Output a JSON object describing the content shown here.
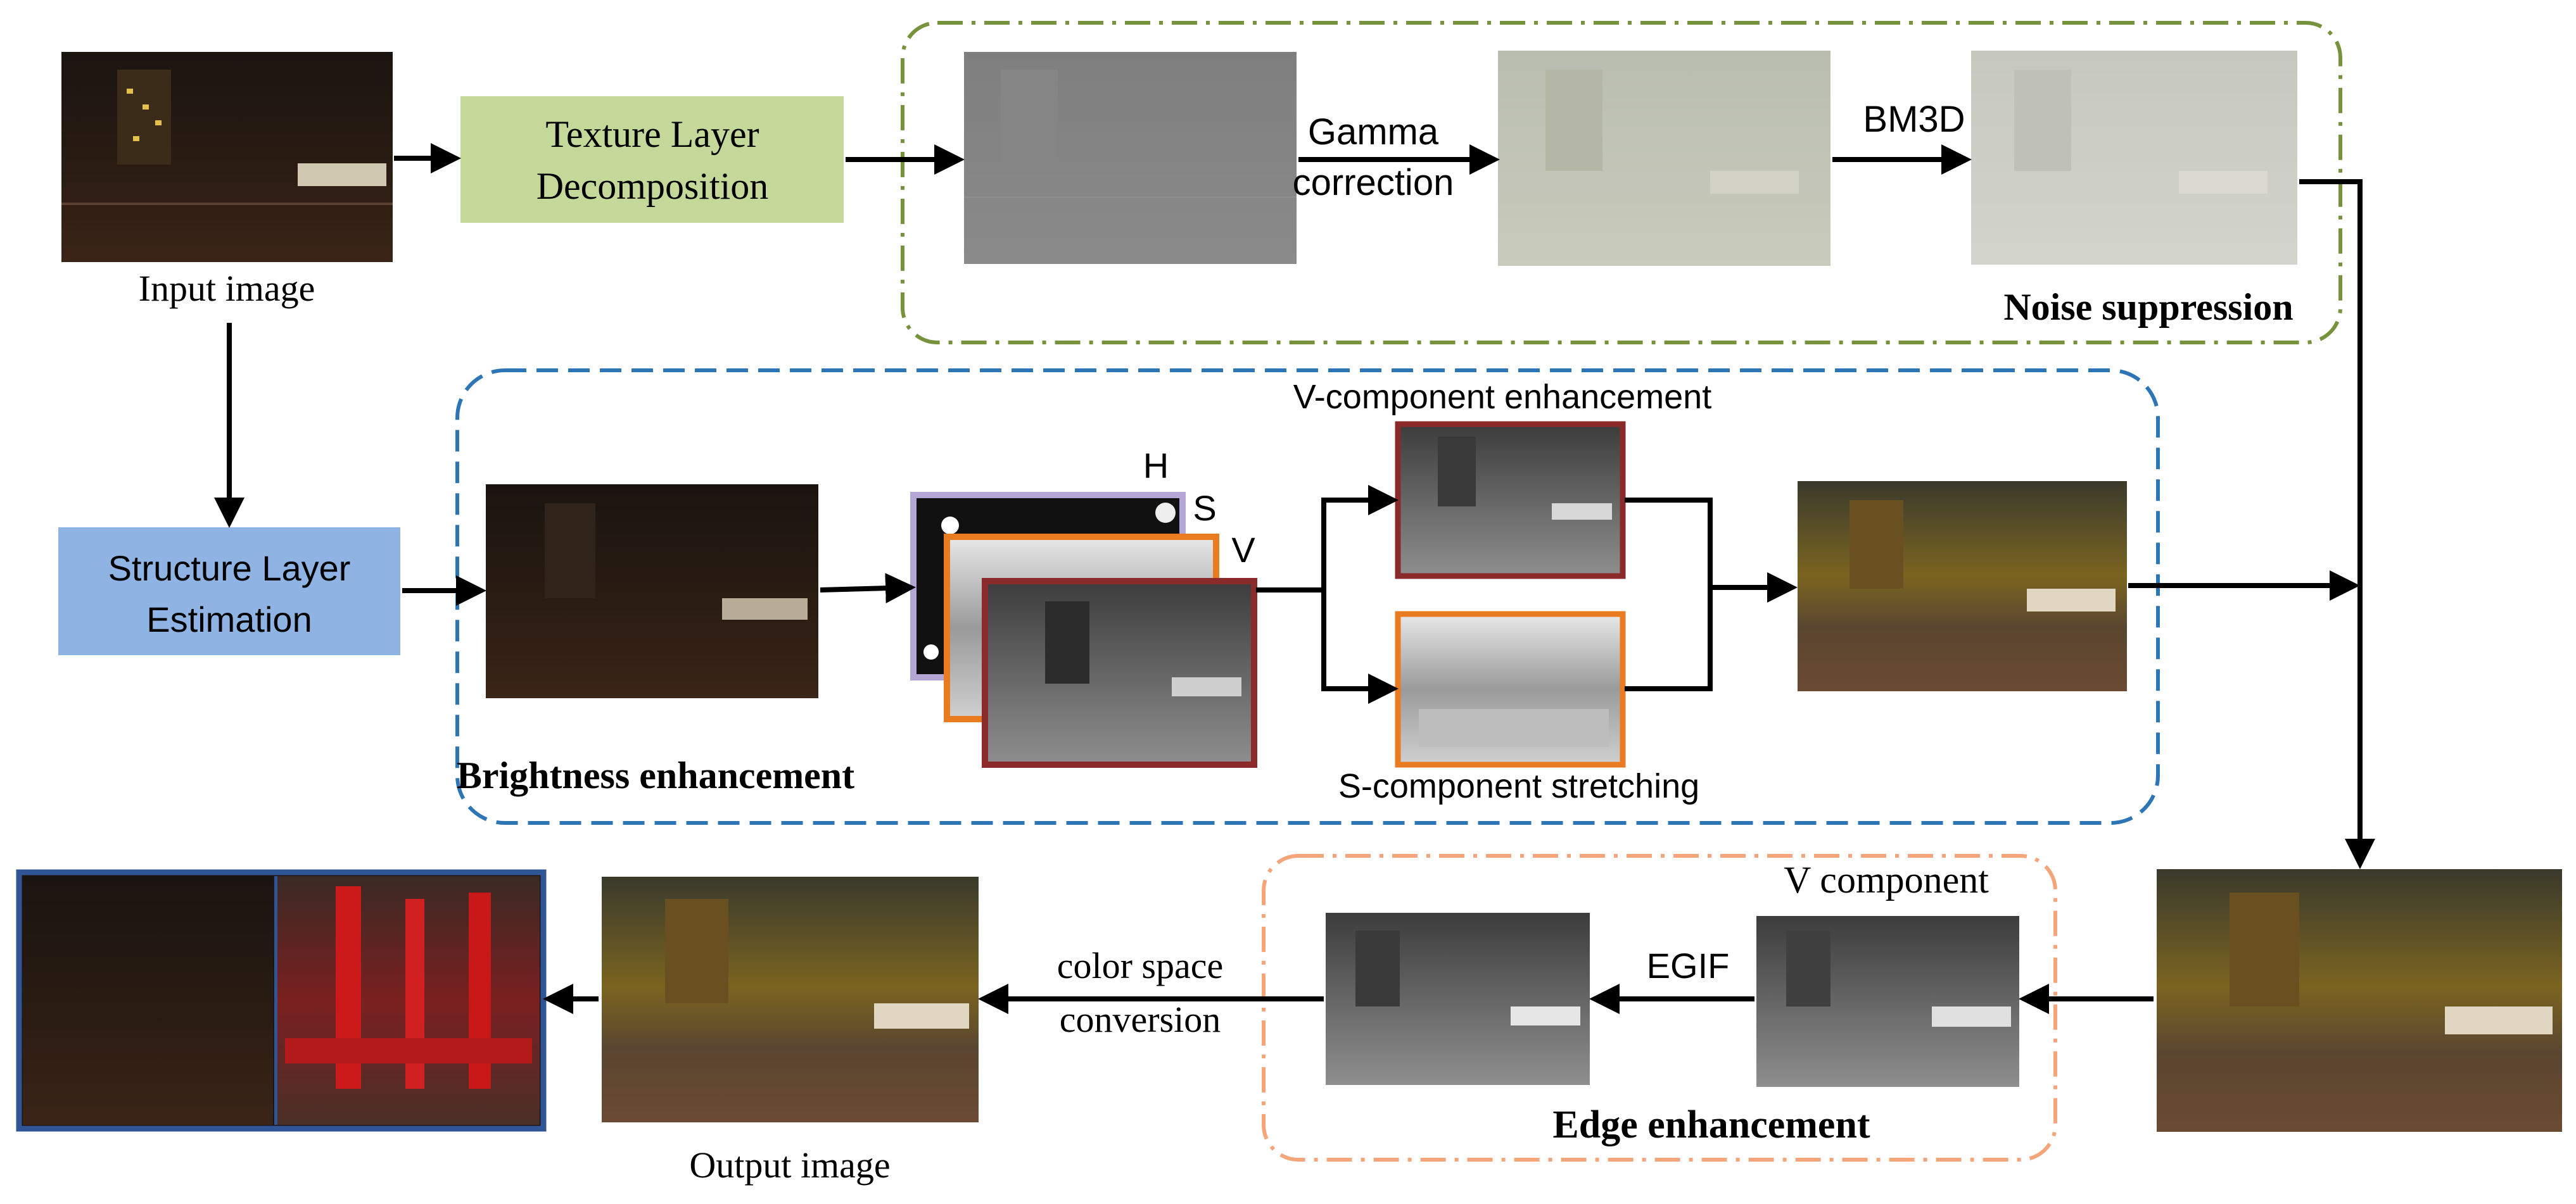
{
  "colors": {
    "texture_box": "#c4d89a",
    "structure_box": "#8fb4e3",
    "noise_group_border": "#76923c",
    "brightness_group_border": "#2e75b6",
    "edge_group_border": "#f4a57a",
    "h_frame": "#b4a7d6",
    "s_frame": "#e97b20",
    "v_frame": "#8b2a2a",
    "result_frame": "#2f5597",
    "arrow": "#000000"
  },
  "labels": {
    "input_image": "Input image",
    "output_image": "Output image",
    "texture_line1": "Texture Layer",
    "texture_line2": "Decomposition",
    "structure_line1": "Structure Layer",
    "structure_line2": "Estimation",
    "gamma_line1": "Gamma",
    "gamma_line2": "correction",
    "bm3d": "BM3D",
    "noise_suppression": "Noise suppression",
    "v_component_enhancement": "V-component enhancement",
    "s_component_stretching": "S-component stretching",
    "brightness_enhancement": "Brightness enhancement",
    "h_letter": "H",
    "s_letter": "S",
    "v_letter": "V",
    "v_component": "V component",
    "egif": "EGIF",
    "color_space_line1": "color space",
    "color_space_line2": "conversion",
    "edge_enhancement": "Edge enhancement"
  }
}
